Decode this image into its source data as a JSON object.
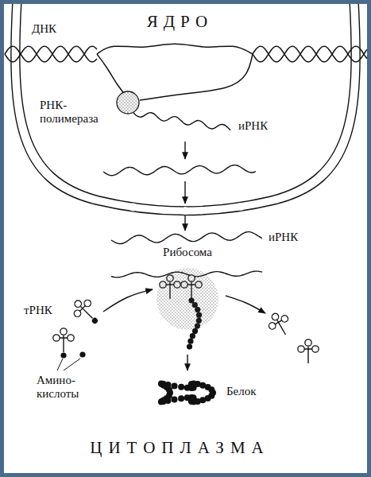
{
  "diagram": {
    "nodes": [
      {
        "text": [
          "РНК- полимераза"
        ]
      },
      {
        "text": [
          "Рибосома"
        ]
      }
    ],
    "labels": [
      "ЯДРО",
      "ДНК",
      "иРНК",
      "иРНК",
      "тРНК",
      "Амино- кислоты",
      "Белок",
      "ЦИТОПЛАЗМА"
    ]
  }
}
